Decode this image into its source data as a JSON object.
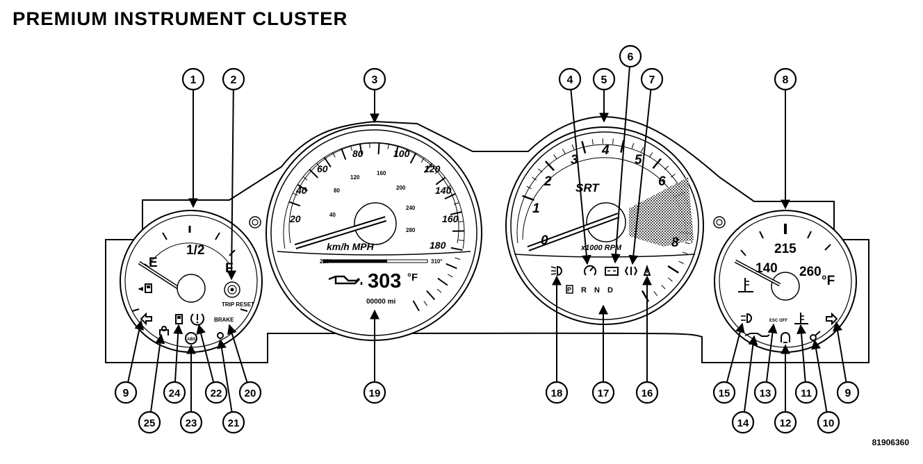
{
  "title": "PREMIUM INSTRUMENT CLUSTER",
  "figure_id": "81906360",
  "callouts": [
    "1",
    "2",
    "3",
    "4",
    "5",
    "6",
    "7",
    "8",
    "9",
    "10",
    "11",
    "12",
    "13",
    "14",
    "15",
    "16",
    "17",
    "18",
    "19",
    "20",
    "21",
    "22",
    "23",
    "24",
    "25"
  ],
  "fuel_gauge": {
    "half_mark": "1/2",
    "empty": "E",
    "full": "F",
    "trip_reset": "TRIP RESET",
    "brake": "BRAKE"
  },
  "speedometer": {
    "mph_labels": [
      "20",
      "40",
      "60",
      "80",
      "100",
      "120",
      "140",
      "160",
      "180"
    ],
    "kmh_labels": [
      "40",
      "80",
      "120",
      "160",
      "200",
      "240",
      "280"
    ],
    "units": "km/h MPH",
    "scale_left": "220°",
    "scale_right": "310°",
    "oil_temp": "303",
    "oil_unit": "°F",
    "odometer": "00000 mi"
  },
  "tachometer": {
    "labels": [
      "0",
      "1",
      "2",
      "3",
      "4",
      "5",
      "6",
      "8"
    ],
    "brand": "SRT",
    "units": "x1000 RPM",
    "gear": [
      "P",
      "R",
      "N",
      "D"
    ]
  },
  "temp_gauge": {
    "low": "140",
    "mid": "215",
    "high": "260",
    "unit": "°F",
    "esc": "ESC OFF"
  }
}
